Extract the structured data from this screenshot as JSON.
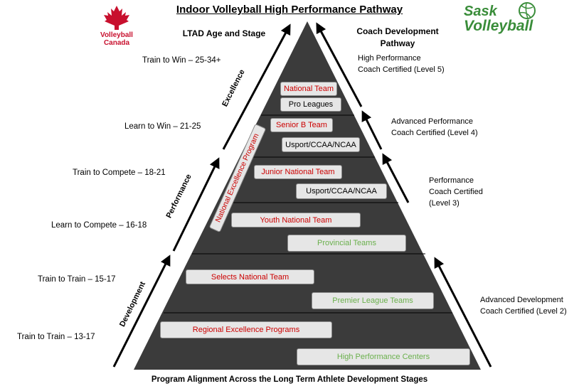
{
  "header": {
    "title": "Indoor Volleyball High Performance Pathway"
  },
  "footer": {
    "caption": "Program Alignment Across the Long Term Athlete Development Stages"
  },
  "logos": {
    "volleyball_canada": [
      "Volleyball",
      "Canada"
    ],
    "sask_volleyball": [
      "Sask",
      "Volleyball"
    ]
  },
  "headings": {
    "ltad": "LTAD Age and Stage",
    "coach": [
      "Coach Development",
      "Pathway"
    ]
  },
  "ltad_stages": [
    "Train to Win – 25-34+",
    "Learn to Win – 21-25",
    "Train to Compete – 18-21",
    "Learn to Compete – 16-18",
    "Train to Train – 15-17",
    "Train to Train – 13-17"
  ],
  "phases": [
    "Excellence",
    "Performance",
    "Development"
  ],
  "coach_levels": [
    [
      "High Performance",
      "Coach Certified (Level 5)"
    ],
    [
      "Advanced Performance",
      "Coach Certified (Level 4)"
    ],
    [
      "Performance",
      "Coach Certified",
      "(Level 3)"
    ],
    [
      "Advanced Development",
      "Coach Certified (Level 2)"
    ]
  ],
  "programs": [
    {
      "label": "National Team",
      "color": "#cc0000"
    },
    {
      "label": "Pro Leagues",
      "color": "#000000"
    },
    {
      "label": "Senior B Team",
      "color": "#cc0000"
    },
    {
      "label": "Usport/CCAA/NCAA",
      "color": "#000000"
    },
    {
      "label": "Junior National Team",
      "color": "#cc0000"
    },
    {
      "label": "Usport/CCAA/NCAA",
      "color": "#000000"
    },
    {
      "label": "Youth National Team",
      "color": "#cc0000"
    },
    {
      "label": "Provincial Teams",
      "color": "#6ab04c"
    },
    {
      "label": "Selects National Team",
      "color": "#cc0000"
    },
    {
      "label": "Premier League Teams",
      "color": "#6ab04c"
    },
    {
      "label": "Regional Excellence Programs",
      "color": "#cc0000"
    },
    {
      "label": "High Performance Centers",
      "color": "#6ab04c"
    }
  ],
  "nep": {
    "label": "National Excellence Program",
    "color": "#cc0000"
  },
  "colors": {
    "pyramid": "#3b3b3b",
    "box_fill": "#e6e6e6",
    "brand_red": "#c8102e",
    "brand_green": "#3a8d3a"
  }
}
